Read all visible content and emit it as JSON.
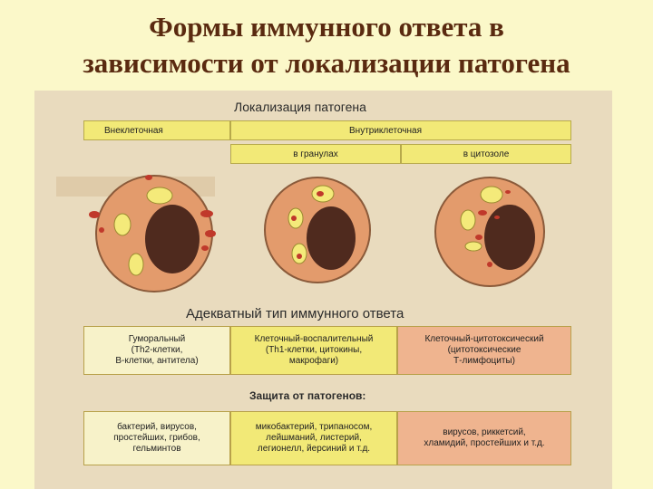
{
  "title_line1": "Формы иммунного ответа в",
  "title_line2": "зависимости от локализации патогена",
  "localization": {
    "heading": "Локализация патогена",
    "extracellular": "Внеклеточная",
    "intracellular": "Внутриклеточная",
    "in_granules": "в гранулах",
    "in_cytosol": "в цитозоле"
  },
  "response": {
    "heading": "Адекватный тип иммунного ответа",
    "humoral": "Гуморальный\n(Th2-клетки,\nВ-клетки, антитела)",
    "cellular_inflammatory": "Клеточный-воспалительный\n(Th1-клетки, цитокины,\nмакрофаги)",
    "cellular_cytotoxic": "Клеточный-цитотоксический\n(цитотоксические\nТ-лимфоциты)"
  },
  "protection": {
    "heading": "Защита от патогенов:",
    "col1": "бактерий, вирусов,\nпростейших, грибов,\nгельминтов",
    "col2": "микобактерий, трипаносом,\nлейшманий, листерий,\nлегионелл, йерсиний и т.д.",
    "col3": "вирусов, риккетсий,\nхламидий, простейших и т.д."
  },
  "colors": {
    "background": "#fbf8c9",
    "panel": "#e9dbbe",
    "yellow": "#f2e977",
    "cream": "#f7f2c9",
    "salmon": "#efb48f",
    "cell": "#e39b6c",
    "nucleus": "#4f2a1e",
    "pathogen": "#c0392b",
    "vesicle": "#f4ea7a"
  }
}
